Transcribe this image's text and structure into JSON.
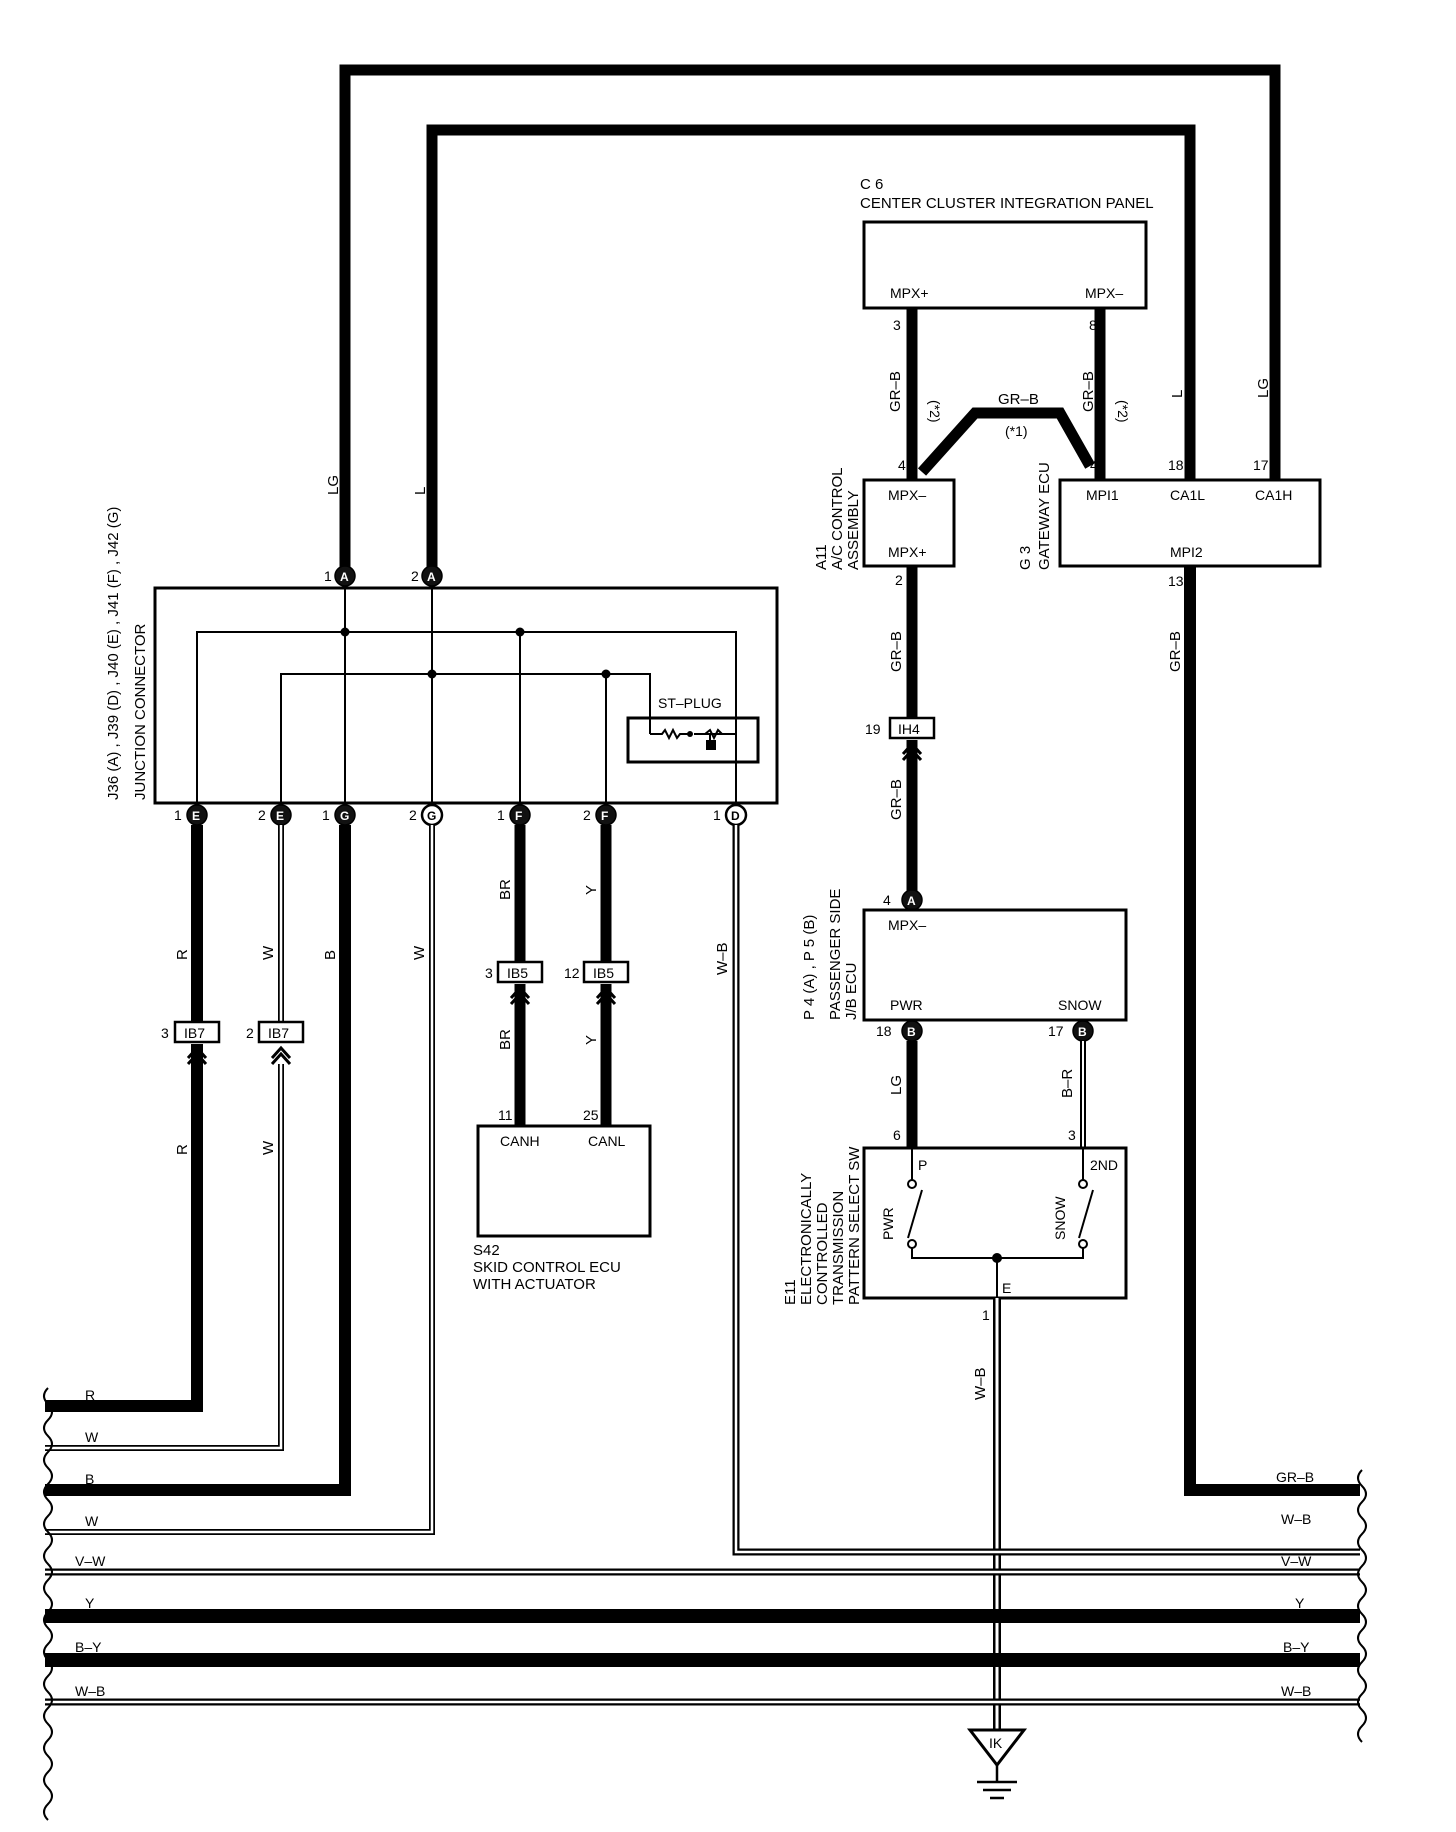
{
  "components": {
    "c6": {
      "ref": "C 6",
      "name": "CENTER CLUSTER INTEGRATION PANEL",
      "pin_mpxp": "MPX+",
      "pin_mpxm": "MPX–",
      "pin3": "3",
      "pin8": "8"
    },
    "a11": {
      "ref": "A11",
      "name1": "A/C CONTROL",
      "name2": "ASSEMBLY",
      "pin_mpxm": "MPX–",
      "pin_mpxp": "MPX+",
      "pin4": "4",
      "pin2": "2"
    },
    "g3": {
      "ref": "G 3",
      "name": "GATEWAY ECU",
      "mpi1": "MPI1",
      "ca1l": "CA1L",
      "ca1h": "CA1H",
      "mpi2": "MPI2",
      "pin4": "4",
      "pin18": "18",
      "pin17": "17",
      "pin13": "13"
    },
    "junction": {
      "refs": "J36 (A) , J39 (D) , J40 (E) , J41 (F) , J42 (G)",
      "name": "JUNCTION CONNECTOR",
      "st_plug": "ST–PLUG"
    },
    "s42": {
      "ref": "S42",
      "name1": "SKID CONTROL ECU",
      "name2": "WITH ACTUATOR",
      "canh": "CANH",
      "canl": "CANL",
      "pin11": "11",
      "pin25": "25"
    },
    "passenger_jb": {
      "ref": "P 4 (A) , P 5 (B)",
      "name1": "PASSENGER SIDE",
      "name2": "J/B ECU",
      "mpxm": "MPX–",
      "pwr": "PWR",
      "snow": "SNOW",
      "pin4": "4",
      "pin18": "18",
      "pin17": "17"
    },
    "e11": {
      "ref": "E11",
      "name1": "ELECTRONICALLY",
      "name2": "CONTROLLED",
      "name3": "TRANSMISSION",
      "name4": "PATTERN SELECT SW",
      "p": "P",
      "nd2": "2ND",
      "pwr": "PWR",
      "snow": "SNOW",
      "e": "E",
      "pin6": "6",
      "pin3": "3",
      "pin1": "1"
    }
  },
  "connectors": {
    "ih4": "IH4",
    "ih4_pin": "19",
    "ib5": "IB5",
    "ib5_pin_a": "3",
    "ib5_pin_b": "12",
    "ib7": "IB7",
    "ib7_pin_a": "3",
    "ib7_pin_b": "2",
    "ground": "IK"
  },
  "junction_pins": {
    "a": "A",
    "d": "D",
    "e": "E",
    "f": "F",
    "g": "G",
    "b": "B",
    "n1": "1",
    "n2": "2"
  },
  "wire_labels": {
    "lg": "LG",
    "l": "L",
    "gr_b": "GR–B",
    "r": "R",
    "w": "W",
    "b": "B",
    "br": "BR",
    "y": "Y",
    "w_b": "W–B",
    "b_r": "B–R",
    "v_w": "V–W",
    "b_y": "B–Y",
    "note1": "(*1)",
    "note2": "(*2)"
  },
  "bus_left": [
    "R",
    "W",
    "B",
    "W",
    "V–W",
    "Y",
    "B–Y",
    "W–B"
  ],
  "bus_right": [
    "GR–B",
    "W–B",
    "V–W",
    "Y",
    "B–Y",
    "W–B"
  ]
}
